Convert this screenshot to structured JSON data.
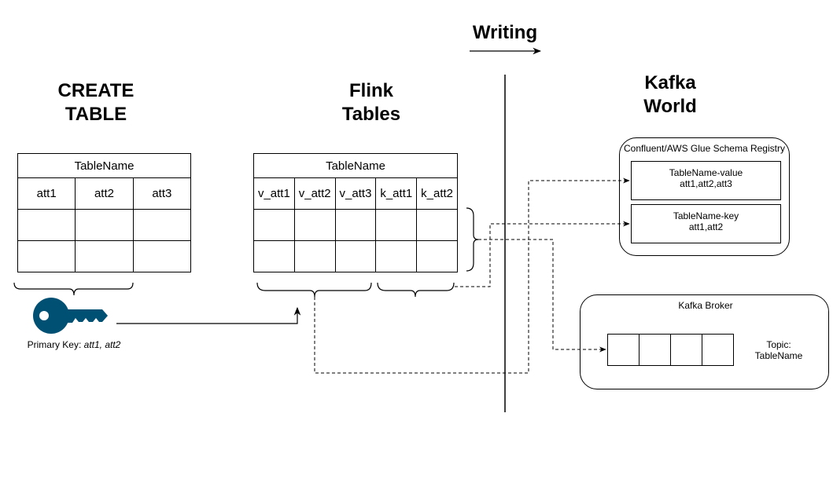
{
  "headings": {
    "create_table": [
      "CREATE",
      "TABLE"
    ],
    "flink_tables": [
      "Flink",
      "Tables"
    ],
    "kafka_world": [
      "Kafka",
      "World"
    ],
    "writing": "Writing"
  },
  "create_table": {
    "name": "TableName",
    "columns": [
      "att1",
      "att2",
      "att3"
    ],
    "primary_key_label": "Primary Key: ",
    "primary_key_value": "att1, att2"
  },
  "flink_table": {
    "name": "TableName",
    "columns": [
      "v_att1",
      "v_att2",
      "v_att3",
      "k_att1",
      "k_att2"
    ]
  },
  "schema_registry": {
    "title": "Confluent/AWS Glue Schema Registry",
    "value_subject": {
      "name": "TableName-value",
      "fields": "att1,att2,att3"
    },
    "key_subject": {
      "name": "TableName-key",
      "fields": "att1,att2"
    }
  },
  "kafka_broker": {
    "title": "Kafka Broker",
    "topic_label": "Topic:",
    "topic_name": "TableName",
    "partitions": 4
  },
  "colors": {
    "key_icon": "#005073",
    "line": "#000000"
  }
}
